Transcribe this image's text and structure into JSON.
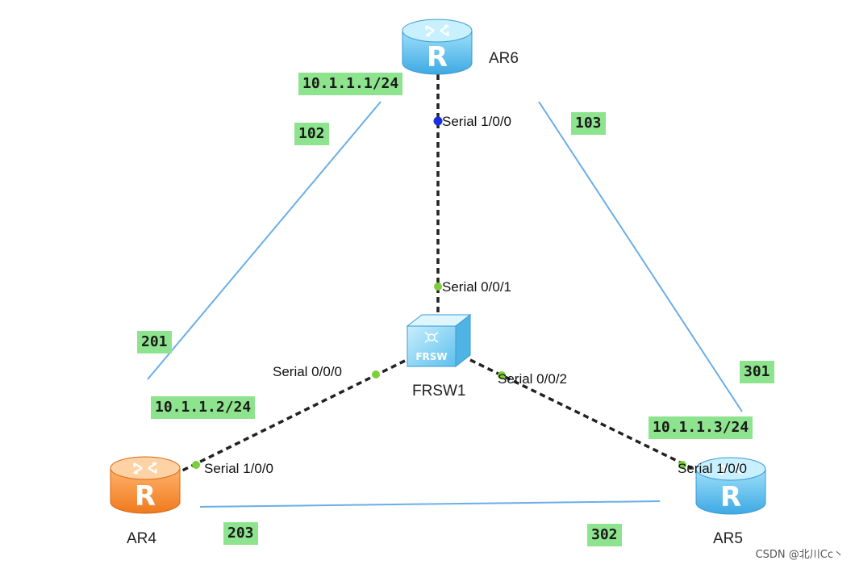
{
  "devices": {
    "ar6": {
      "name": "AR6",
      "icon": "router-icon",
      "color": "#5fc2ee"
    },
    "ar4": {
      "name": "AR4",
      "icon": "router-icon",
      "color": "#f4892e"
    },
    "ar5": {
      "name": "AR5",
      "icon": "router-icon",
      "color": "#5fc2ee"
    },
    "frsw1": {
      "name": "FRSW1",
      "icon": "frame-relay-switch-icon",
      "icon_text": "FRSW",
      "color": "#7fd0f2"
    }
  },
  "ports": {
    "ar6_serial": "Serial 1/0/0",
    "frsw_top": "Serial 0/0/1",
    "frsw_left": "Serial 0/0/0",
    "frsw_right": "Serial 0/0/2",
    "ar4_serial": "Serial 1/0/0",
    "ar5_serial": "Serial 1/0/0"
  },
  "addresses": {
    "ar6": "10.1.1.1/24",
    "ar4": "10.1.1.2/24",
    "ar5": "10.1.1.3/24"
  },
  "dlci": {
    "d102": "102",
    "d103": "103",
    "d201": "201",
    "d301": "301",
    "d203": "203",
    "d302": "302"
  },
  "colors": {
    "link": "#222222",
    "pvc_line": "#6aaee8",
    "port_up": "#7ccf3a",
    "port_blue": "#1a2fe0",
    "tag_bg": "#8ee48e"
  },
  "watermark": "CSDN @北川Cc丶"
}
